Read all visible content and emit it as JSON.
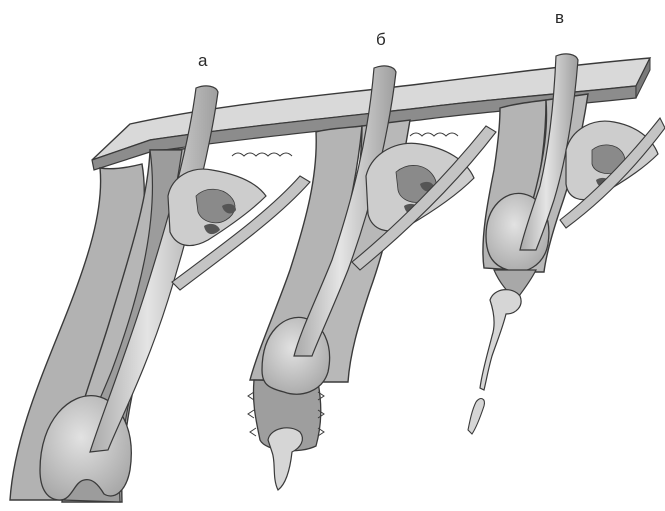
{
  "labels": {
    "a": "а",
    "b": "б",
    "c": "в"
  },
  "colors": {
    "skin_top": "#d8d8d8",
    "skin_side": "#8a8a8a",
    "tissue": "#b4b4b4",
    "tissue_dark": "#9a9a9a",
    "sheath_edge": "#6e6e6e",
    "hair": "#c8c8c8",
    "hair_highlight": "#e6e6e6",
    "gland": "#cfcfcf",
    "gland_dark": "#555555",
    "outline": "#3a3a3a"
  }
}
